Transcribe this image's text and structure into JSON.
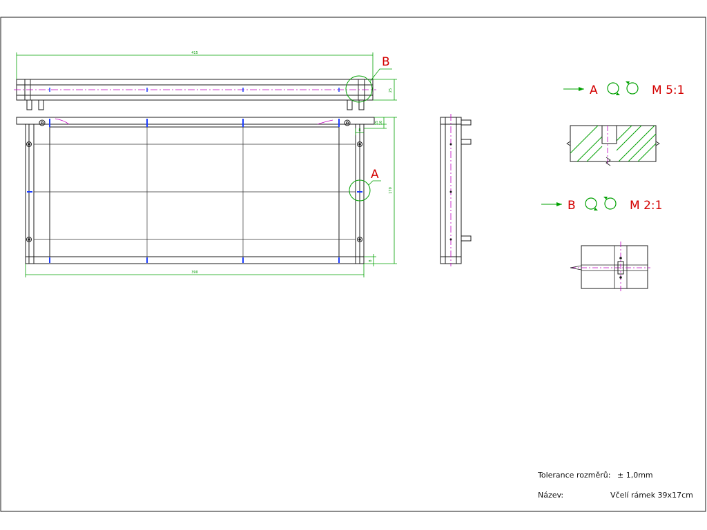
{
  "labels": {
    "detail_a_marker": "A",
    "detail_b_marker": "B",
    "detail_a_letter": "A",
    "detail_a_scale": "M 5:1",
    "detail_b_letter": "B",
    "detail_b_scale": "M 2:1"
  },
  "dimensions": {
    "top_overall_length": "415",
    "top_height": "25",
    "front_inner_width": "390",
    "front_height": "170",
    "top_bar_thickness": "10",
    "top_bar_offset": "15",
    "side_bar_width": "8",
    "bottom_bar_height": "8"
  },
  "title_block": {
    "tolerance_label": "Tolerance rozměrů:",
    "tolerance_value": "± 1,0mm",
    "name_label": "Název:",
    "name_value": "Včelí rámek 39x17cm"
  },
  "colors": {
    "outline": "#1a1a1a",
    "dimension": "#00a000",
    "center_line": "#c000c0",
    "detail_text": "#d40000",
    "hatch": "#00a000",
    "nail": "#1a3cff"
  }
}
